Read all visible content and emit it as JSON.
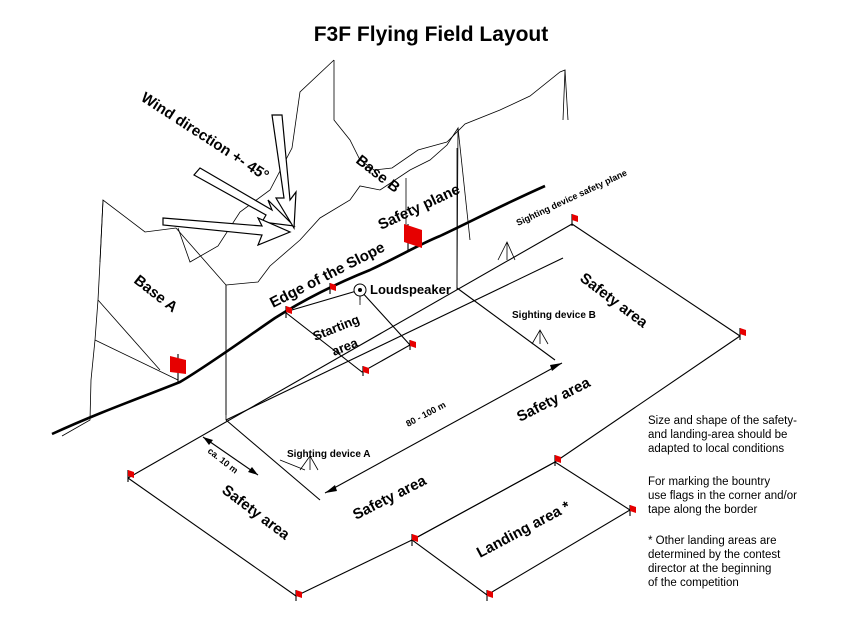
{
  "title": "F3F Flying Field Layout",
  "labels": {
    "wind_direction": "Wind direction +- 45°",
    "base_a": "Base A",
    "base_b": "Base B",
    "safety_plane": "Safety plane",
    "edge_of_slope": "Edge of the Slope",
    "loudspeaker": "Loudspeaker",
    "starting_area_line1": "Starting",
    "starting_area_line2": "area",
    "sighting_device_safety_plane": "Sighting device safety plane",
    "sighting_device_a": "Sighting device A",
    "sighting_device_b": "Sighting device B",
    "safety_area": "Safety area",
    "distance_ca_10m": "ca. 10 m",
    "distance_80_100m": "80 - 100 m",
    "landing_area": "Landing area *"
  },
  "notes": [
    [
      "Size and shape of the safety-",
      "and landing-area should be",
      "adapted to local conditions"
    ],
    [
      "For marking the bountry",
      "use flags in the corner and/or",
      "tape along the border"
    ],
    [
      "* Other landing areas are",
      "determined by the contest",
      "director at the beginning",
      "of the competition"
    ]
  ],
  "colors": {
    "flag": "#e60000",
    "line": "#000000",
    "background": "#ffffff"
  }
}
